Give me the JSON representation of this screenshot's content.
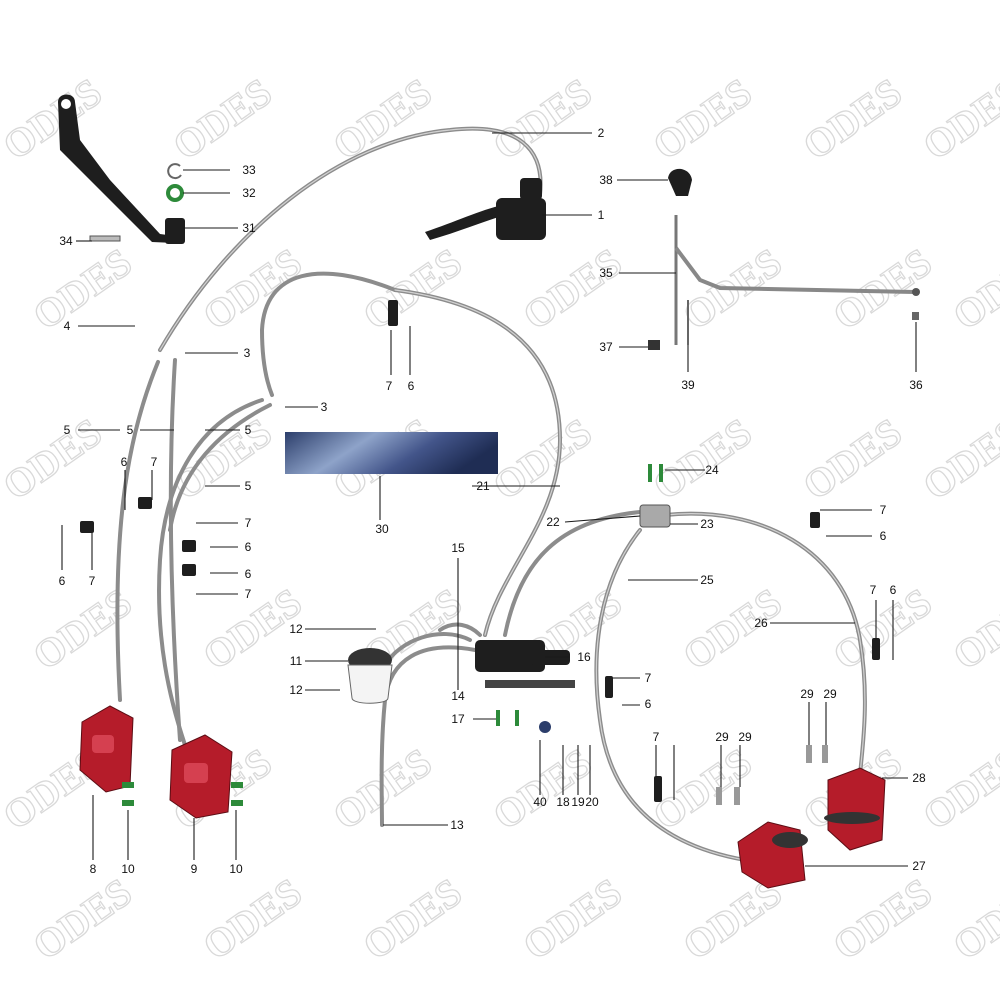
{
  "watermark": {
    "text": "ODES"
  },
  "part_labels": [
    "1",
    "2",
    "3",
    "3",
    "4",
    "5",
    "5",
    "5",
    "5",
    "6",
    "6",
    "6",
    "6",
    "6",
    "6",
    "6",
    "6",
    "7",
    "7",
    "7",
    "7",
    "7",
    "7",
    "7",
    "7",
    "7",
    "8",
    "9",
    "10",
    "10",
    "11",
    "12",
    "12",
    "13",
    "14",
    "15",
    "16",
    "17",
    "18",
    "19",
    "20",
    "21",
    "22",
    "23",
    "24",
    "25",
    "26",
    "27",
    "28",
    "29",
    "29",
    "29",
    "29",
    "30",
    "31",
    "32",
    "33",
    "34",
    "35",
    "36",
    "37",
    "38",
    "39",
    "40"
  ],
  "colors": {
    "caliper": "#b51c2a",
    "hose": "#8c8c8c",
    "fastener": "#2d8a3a",
    "watermark": "#d9d9d9"
  },
  "icons": [
    "brake-lever-icon",
    "master-cylinder-icon",
    "brake-caliper-icon",
    "reservoir-icon",
    "brake-pedal-icon",
    "bolt-icon",
    "hose-clip-icon",
    "splitter-icon"
  ]
}
